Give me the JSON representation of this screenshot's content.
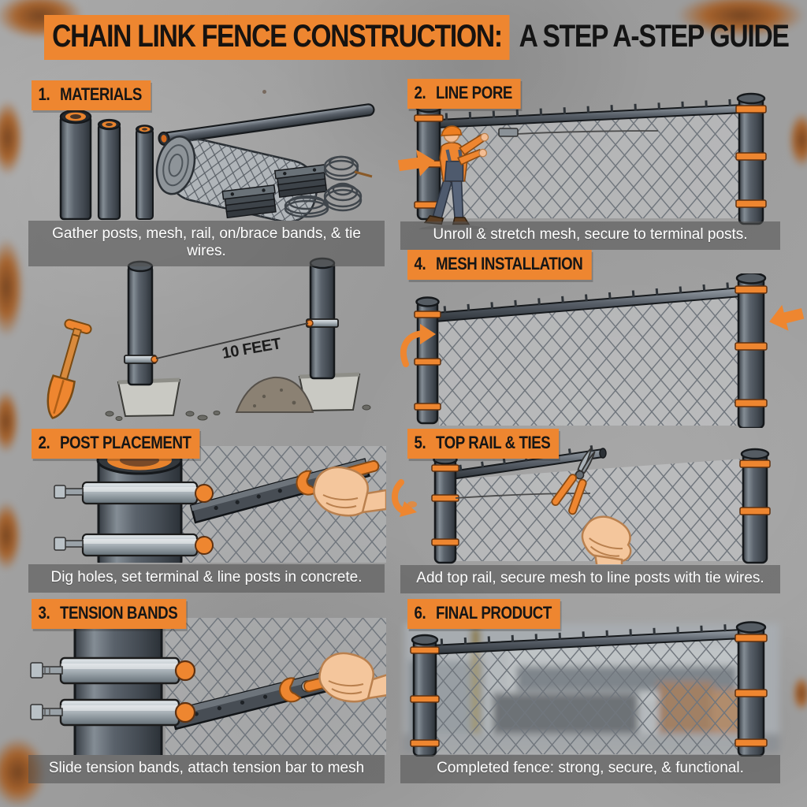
{
  "title": {
    "highlight": "CHAIN LINK FENCE CONSTRUCTION:",
    "rest": "A STEP A-STEP GUIDE"
  },
  "steps": [
    {
      "number": "1.",
      "label": "MATERIALS",
      "caption": "Gather posts, mesh, rail, on/brace bands, & tie wires."
    },
    {
      "number": "2.",
      "label": "LINE PORE",
      "caption": "Unroll & stretch mesh, secure to terminal posts."
    },
    {
      "number": "2.",
      "label": "POST PLACEMENT",
      "caption": "Dig holes, set terminal & line posts in concrete."
    },
    {
      "number": "4.",
      "label": "MESH INSTALLATION",
      "caption": ""
    },
    {
      "number": "5.",
      "label": "TOP RAIL & TIES",
      "caption": "Add top rail, secure mesh to line posts with tie wires."
    },
    {
      "number": "3.",
      "label": "TENSION BANDS",
      "caption": "Slide tension bands, attach tension bar to mesh"
    },
    {
      "number": "6.",
      "label": "FINAL PRODUCT",
      "caption": "Completed fence: strong, secure, & functional."
    }
  ],
  "annotations": {
    "post_spacing": "10 FEET"
  },
  "icons": [
    "block-arrow-right",
    "block-arrow-left",
    "curved-hook-arrow",
    "shovel",
    "wrench",
    "pliers"
  ],
  "colors": {
    "accent_orange": "#EE8630",
    "label_text": "#161616",
    "caption_text": "#FFFFFF",
    "caption_bar": "rgba(82,82,82,0.58)",
    "concrete_gray": "#A2A2A2",
    "post_steel_dark": "#3A4046",
    "steel_light": "#C9D0D4",
    "mesh_wire": "#70767D",
    "rust_brown": "#A65A1D",
    "skin": "#F4C69C",
    "overalls_blue": "#4E5A6D"
  }
}
